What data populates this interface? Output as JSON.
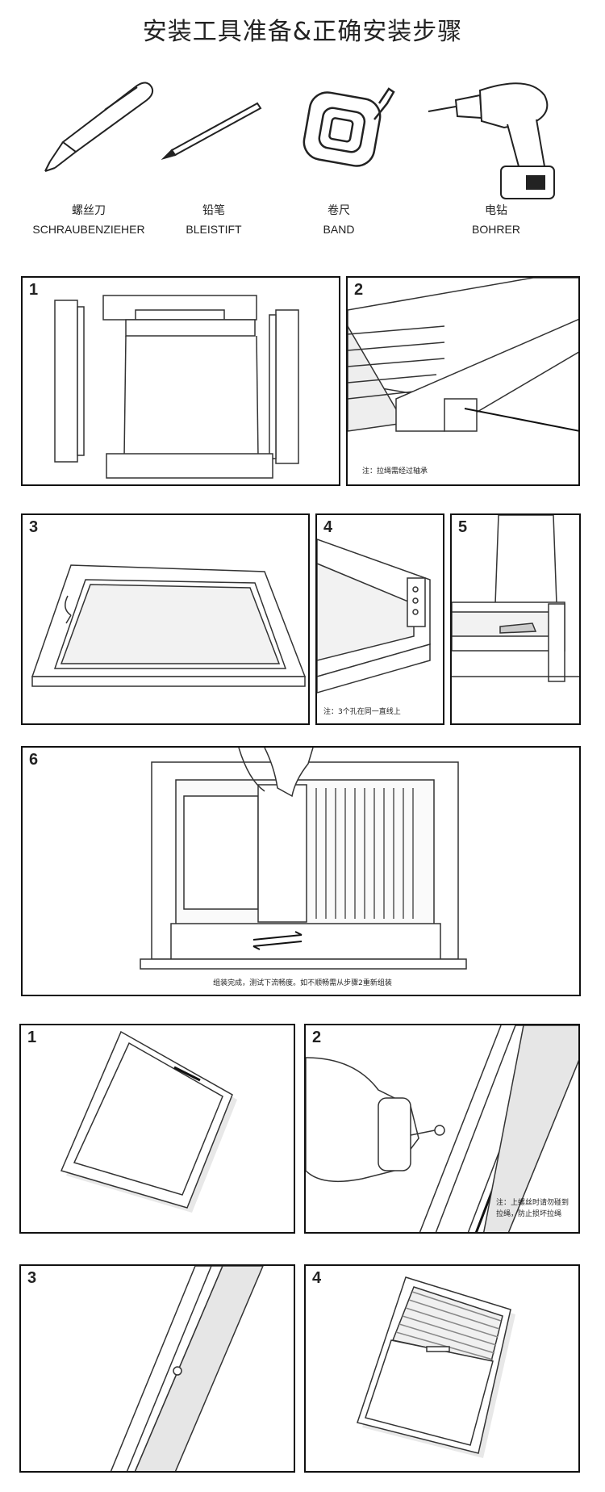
{
  "title": "安装工具准备&正确安装步骤",
  "tools": [
    {
      "zh": "螺丝刀",
      "de": "SCHRAUBENZIEHER",
      "icon": "screwdriver-icon"
    },
    {
      "zh": "铅笔",
      "de": "BLEISTIFT",
      "icon": "pencil-icon"
    },
    {
      "zh": "卷尺",
      "de": "BAND",
      "icon": "tape-measure-icon"
    },
    {
      "zh": "电钻",
      "de": "BOHRER",
      "icon": "drill-icon"
    }
  ],
  "section1": {
    "steps": [
      {
        "num": "1"
      },
      {
        "num": "2",
        "note": "注：拉绳需经过轴承"
      },
      {
        "num": "3"
      },
      {
        "num": "4",
        "note": "注：3个孔在同一直线上"
      },
      {
        "num": "5"
      },
      {
        "num": "6",
        "note": "组装完成，测试下流畅度。如不顺畅需从步骤2重新组装"
      }
    ]
  },
  "section2": {
    "steps": [
      {
        "num": "1"
      },
      {
        "num": "2",
        "note_line1": "注：上螺丝时请勿碰到",
        "note_line2": "拉绳，防止损坏拉绳"
      },
      {
        "num": "3"
      },
      {
        "num": "4"
      }
    ]
  }
}
